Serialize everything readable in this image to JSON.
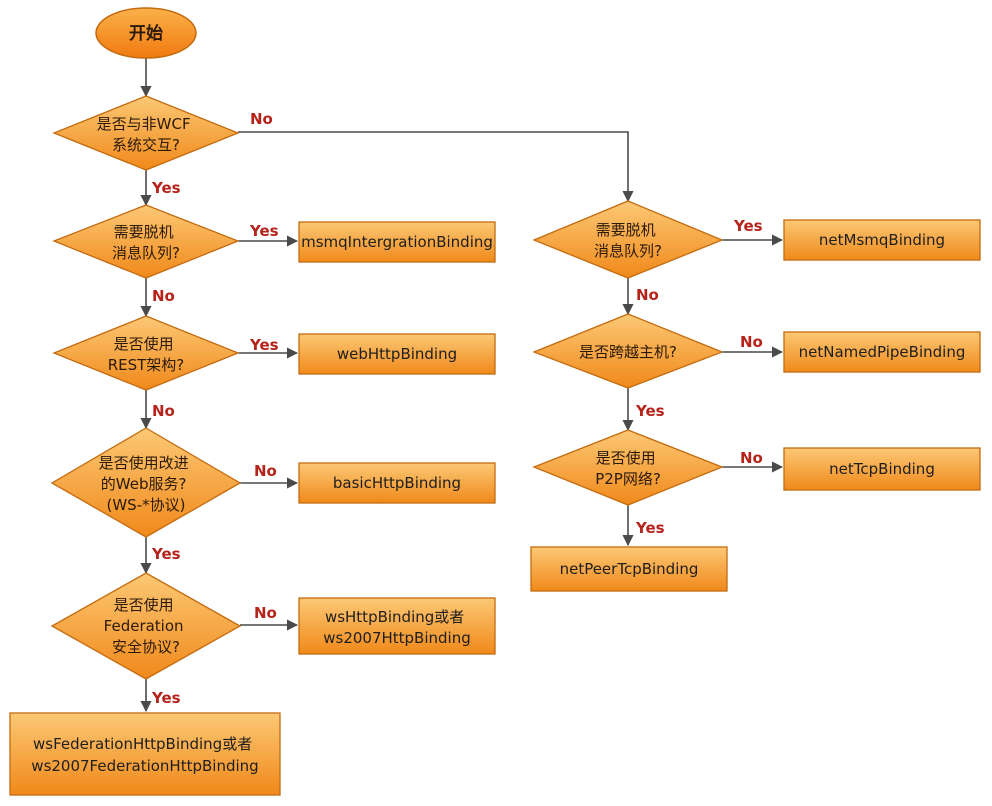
{
  "start": "开始",
  "decisions": {
    "non_wcf": [
      "是否与非WCF",
      "系统交互?"
    ],
    "offline_queue_left": [
      "需要脱机",
      "消息队列?"
    ],
    "rest": [
      "是否使用",
      "REST架构?"
    ],
    "improved_ws": [
      "是否使用改进",
      "的Web服务?",
      "(WS-*协议)"
    ],
    "federation": [
      "是否使用",
      "Federation",
      "安全协议?"
    ],
    "offline_queue_right": [
      "需要脱机",
      "消息队列?"
    ],
    "cross_host": [
      "是否跨越主机?"
    ],
    "p2p": [
      "是否使用",
      "P2P网络?"
    ]
  },
  "bindings": {
    "msmq_integration": [
      "msmqIntergrationBinding"
    ],
    "web_http": [
      "webHttpBinding"
    ],
    "basic_http": [
      "basicHttpBinding"
    ],
    "ws_http": [
      "wsHttpBinding或者",
      "ws2007HttpBinding"
    ],
    "ws_federation": [
      "wsFederationHttpBinding或者",
      "ws2007FederationHttpBinding"
    ],
    "net_msmq": [
      "netMsmqBinding"
    ],
    "net_named_pipe": [
      "netNamedPipeBinding"
    ],
    "net_tcp": [
      "netTcpBinding"
    ],
    "net_peer_tcp": [
      "netPeerTcpBinding"
    ]
  },
  "edge_labels": {
    "yes": "Yes",
    "no": "No"
  },
  "caption": "",
  "colors": {
    "fill_light": "#fbc26b",
    "fill_dark": "#f08a1d",
    "stroke": "#c46b10",
    "edge_label": "#b5231b",
    "line": "#4a4a4a"
  }
}
